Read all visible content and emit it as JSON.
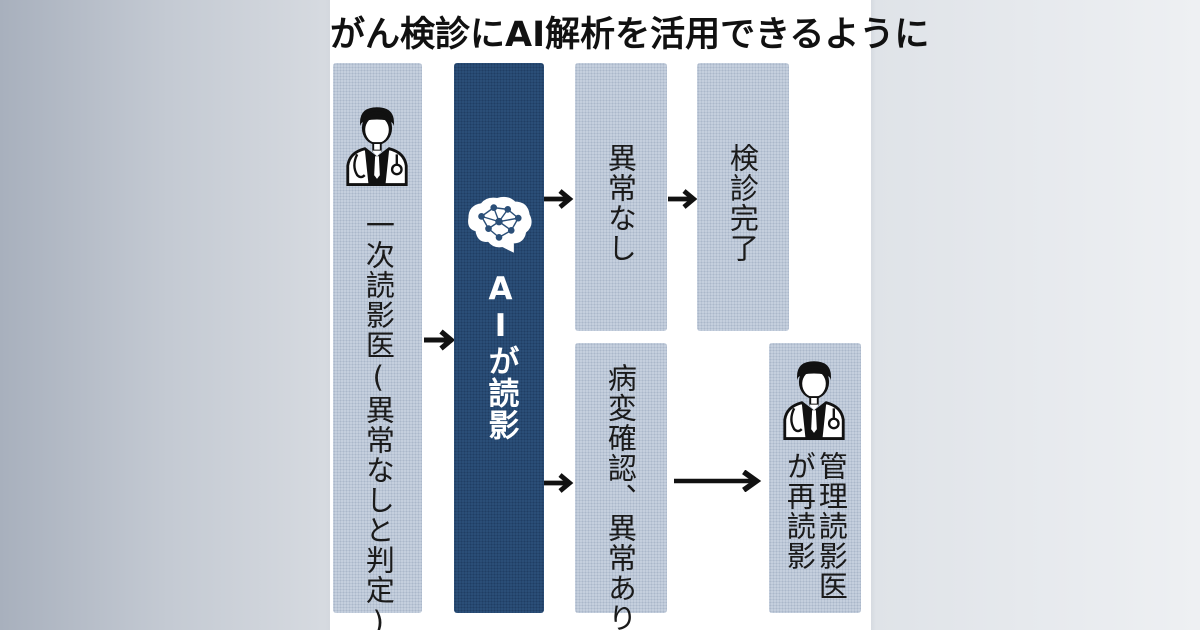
{
  "title": "がん検診にAI解析を活用できるように",
  "boxes": {
    "first_reader": "一次読影医(異常なしと判定)",
    "ai": "AIが読影",
    "no_abnormality": "異常なし",
    "exam_complete": "検診完了",
    "lesion_found": "病変確認、異常あり",
    "supervisor_line1": "管理読影医",
    "supervisor_line2": "が再読影"
  },
  "icons": {
    "doctor": "doctor-icon",
    "ai_brain": "ai-brain-icon",
    "arrow": "arrow-right-icon"
  },
  "colors": {
    "box_light": "#c6d0de",
    "box_dark": "#2b4f78",
    "arrow": "#111111"
  }
}
